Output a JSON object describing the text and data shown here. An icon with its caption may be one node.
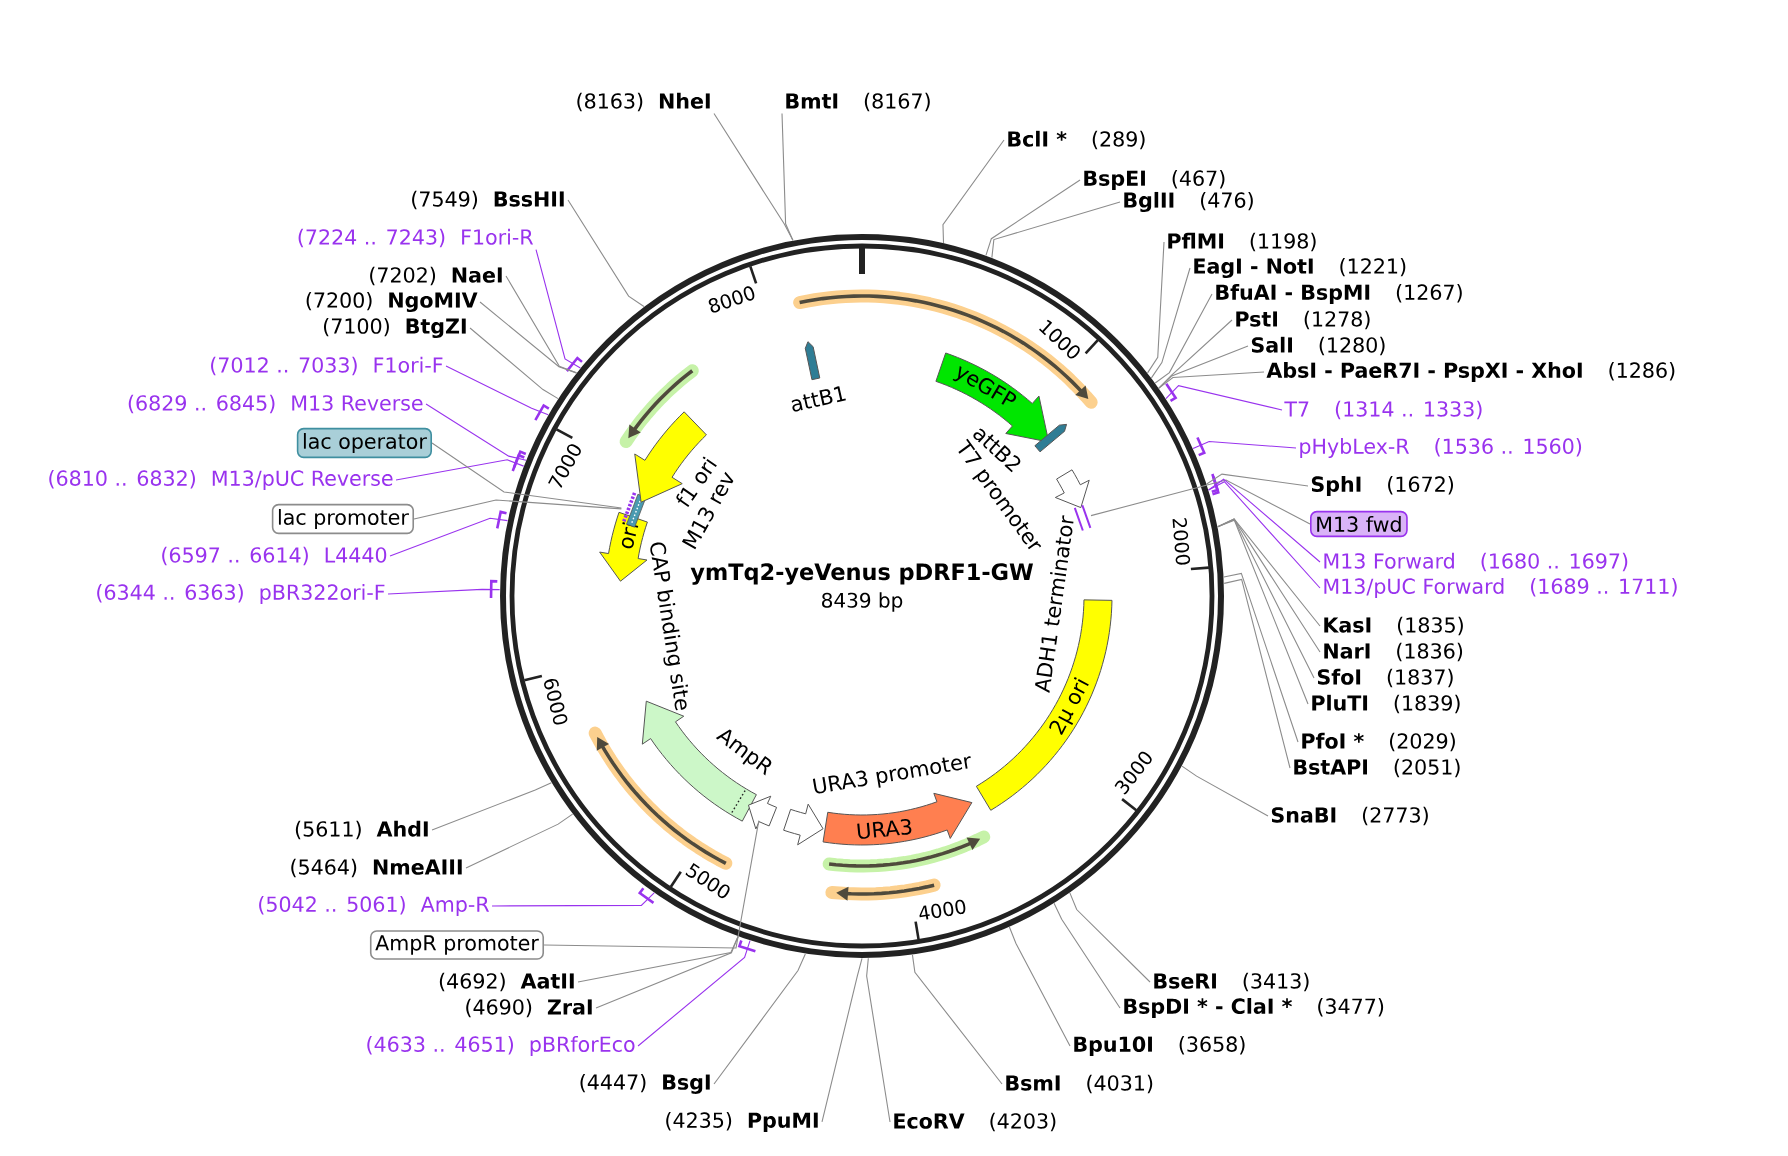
{
  "diagram": {
    "nodes": [
      {
        "text": [
          "ymTq2-yeVenus pDRF1-GW",
          "8439 bp"
        ]
      },
      {
        "text": [
          "attB1"
        ],
        "in": 0
      },
      {
        "text": [
          "yeGFP"
        ],
        "in": 0
      },
      {
        "text": [
          "attB2"
        ],
        "in": 0
      },
      {
        "text": [
          "T7 promoter"
        ],
        "in": 0
      },
      {
        "text": [
          "2μ ori"
        ],
        "in": 0
      },
      {
        "text": [
          "URA3"
        ],
        "in": 0
      },
      {
        "text": [
          "URA3 promoter"
        ],
        "in": 0
      },
      {
        "text": [
          "AmpR"
        ],
        "in": 0
      },
      {
        "text": [],
        "shape": "arrow",
        "in": 0
      },
      {
        "text": [
          "ori"
        ],
        "in": 0
      },
      {
        "text": [],
        "shape": "box",
        "in": 0
      },
      {
        "text": [
          "f1 ori"
        ],
        "in": 0
      },
      {
        "text": [],
        "shape": "bar",
        "in": 0
      },
      {
        "text": [
          "(8163)",
          "NheI"
        ]
      },
      {
        "text": [
          "BmtI",
          "(8167)"
        ]
      },
      {
        "text": [
          "BclI *",
          "(289)"
        ]
      },
      {
        "text": [
          "BspEI",
          "(467)"
        ]
      },
      {
        "text": [
          "BglII",
          "(476)"
        ]
      },
      {
        "text": [
          "PflMI",
          "(1198)"
        ]
      },
      {
        "text": [
          "EagI - NotI",
          "(1221)"
        ]
      },
      {
        "text": [
          "BfuAI - BspMI",
          "(1267)"
        ]
      },
      {
        "text": [
          "PstI",
          "(1278)"
        ]
      },
      {
        "text": [
          "SalI",
          "(1280)"
        ]
      },
      {
        "text": [
          "AbsI - PaeR7I - PspXI - XhoI",
          "(1286)"
        ]
      },
      {
        "text": [
          "T7",
          "(1314 .. 1333)"
        ]
      },
      {
        "text": [
          "pHybLex-R",
          "(1536 .. 1560)"
        ]
      },
      {
        "text": [
          "SphI",
          "(1672)"
        ]
      },
      {
        "text": [
          "M13 fwd"
        ]
      },
      {
        "text": [
          "M13 Forward",
          "(1680 .. 1697)"
        ]
      },
      {
        "text": [
          "M13/pUC Forward",
          "(1689 .. 1711)"
        ]
      },
      {
        "text": [
          "KasI",
          "(1835)"
        ]
      },
      {
        "text": [
          "NarI",
          "(1836)"
        ]
      },
      {
        "text": [
          "SfoI",
          "(1837)"
        ]
      },
      {
        "text": [
          "PluTI",
          "(1839)"
        ]
      },
      {
        "text": [
          "PfoI *",
          "(2029)"
        ]
      },
      {
        "text": [
          "BstAPI",
          "(2051)"
        ]
      },
      {
        "text": [
          "SnaBI",
          "(2773)"
        ]
      },
      {
        "text": [
          "BseRI",
          "(3413)"
        ]
      },
      {
        "text": [
          "BspDI * - ClaI *",
          "(3477)"
        ]
      },
      {
        "text": [
          "Bpu10I",
          "(3658)"
        ]
      },
      {
        "text": [
          "BsmI",
          "(4031)"
        ]
      },
      {
        "text": [
          "EcoRV",
          "(4203)"
        ]
      },
      {
        "text": [
          "(4235)",
          "PpuMI"
        ]
      },
      {
        "text": [
          "(4447)",
          "BsgI"
        ]
      },
      {
        "text": [
          "(4633 .. 4651)",
          "pBRforEco"
        ]
      },
      {
        "text": [
          "(4690)",
          "ZraI"
        ]
      },
      {
        "text": [
          "(4692)",
          "AatII"
        ]
      },
      {
        "text": [
          "AmpR promoter"
        ]
      },
      {
        "text": [
          "(5042 .. 5061)",
          "Amp-R"
        ]
      },
      {
        "text": [
          "(5464)",
          "NmeAIII"
        ]
      },
      {
        "text": [
          "(5611)",
          "AhdI"
        ]
      },
      {
        "text": [
          "(6344 .. 6363)",
          "pBR322ori-F"
        ]
      },
      {
        "text": [
          "(6597 .. 6614)",
          "L4440"
        ]
      },
      {
        "text": [
          "lac promoter"
        ]
      },
      {
        "text": [
          "(6810 .. 6832)",
          "M13/pUC Reverse"
        ]
      },
      {
        "text": [
          "lac operator"
        ]
      },
      {
        "text": [
          "(6829 .. 6845)",
          "M13 Reverse"
        ]
      },
      {
        "text": [
          "(7012 .. 7033)",
          "F1ori-F"
        ]
      },
      {
        "text": [
          "(7100)",
          "BtgZI"
        ]
      },
      {
        "text": [
          "(7200)",
          "NgoMIV"
        ]
      },
      {
        "text": [
          "(7202)",
          "NaeI"
        ]
      },
      {
        "text": [
          "(7224 .. 7243)",
          "F1ori-R"
        ]
      },
      {
        "text": [
          "(7549)",
          "BssHII"
        ]
      }
    ],
    "edges": [
      {
        "from": 14,
        "to": 0,
        "arrow": "none"
      },
      {
        "from": 15,
        "to": 0,
        "arrow": "none"
      },
      {
        "from": 16,
        "to": 0,
        "arrow": "none"
      },
      {
        "from": 17,
        "to": 0,
        "arrow": "none"
      },
      {
        "from": 18,
        "to": 0,
        "arrow": "none"
      },
      {
        "from": 19,
        "to": 0,
        "arrow": "none"
      },
      {
        "from": 20,
        "to": 0,
        "arrow": "none"
      },
      {
        "from": 21,
        "to": 0,
        "arrow": "none"
      },
      {
        "from": 22,
        "to": 0,
        "arrow": "none"
      },
      {
        "from": 23,
        "to": 0,
        "arrow": "none"
      },
      {
        "from": 24,
        "to": 0,
        "arrow": "none"
      },
      {
        "from": 25,
        "to": 0,
        "arrow": "none",
        "color": "#9933ee"
      },
      {
        "from": 26,
        "to": 0,
        "arrow": "none",
        "color": "#9933ee"
      },
      {
        "from": 27,
        "to": 0,
        "arrow": "none"
      },
      {
        "from": 28,
        "to": 13,
        "arrow": "none"
      },
      {
        "from": 29,
        "to": 0,
        "arrow": "none",
        "color": "#9933ee"
      },
      {
        "from": 30,
        "to": 0,
        "arrow": "none",
        "color": "#9933ee"
      },
      {
        "from": 31,
        "to": 0,
        "arrow": "none"
      },
      {
        "from": 32,
        "to": 0,
        "arrow": "none"
      },
      {
        "from": 33,
        "to": 0,
        "arrow": "none"
      },
      {
        "from": 34,
        "to": 0,
        "arrow": "none"
      },
      {
        "from": 35,
        "to": 0,
        "arrow": "none"
      },
      {
        "from": 36,
        "to": 0,
        "arrow": "none"
      },
      {
        "from": 37,
        "to": 0,
        "arrow": "none"
      },
      {
        "from": 38,
        "to": 0,
        "arrow": "none"
      },
      {
        "from": 39,
        "to": 0,
        "arrow": "none"
      },
      {
        "from": 40,
        "to": 0,
        "arrow": "none"
      },
      {
        "from": 41,
        "to": 0,
        "arrow": "none"
      },
      {
        "from": 42,
        "to": 0,
        "arrow": "none"
      },
      {
        "from": 43,
        "to": 0,
        "arrow": "none"
      },
      {
        "from": 44,
        "to": 0,
        "arrow": "none"
      },
      {
        "from": 45,
        "to": 0,
        "arrow": "none",
        "color": "#9933ee"
      },
      {
        "from": 46,
        "to": 0,
        "arrow": "none"
      },
      {
        "from": 47,
        "to": 0,
        "arrow": "none"
      },
      {
        "from": 48,
        "to": 9,
        "arrow": "none"
      },
      {
        "from": 49,
        "to": 0,
        "arrow": "none",
        "color": "#9933ee"
      },
      {
        "from": 50,
        "to": 0,
        "arrow": "none"
      },
      {
        "from": 51,
        "to": 0,
        "arrow": "none"
      },
      {
        "from": 52,
        "to": 0,
        "arrow": "none",
        "color": "#9933ee"
      },
      {
        "from": 53,
        "to": 0,
        "arrow": "none",
        "color": "#9933ee"
      },
      {
        "from": 54,
        "to": 11,
        "arrow": "none"
      },
      {
        "from": 55,
        "to": 0,
        "arrow": "none",
        "color": "#9933ee"
      },
      {
        "from": 56,
        "to": 11,
        "arrow": "none"
      },
      {
        "from": 57,
        "to": 0,
        "arrow": "none",
        "color": "#9933ee"
      },
      {
        "from": 58,
        "to": 0,
        "arrow": "none",
        "color": "#9933ee"
      },
      {
        "from": 59,
        "to": 0,
        "arrow": "none"
      },
      {
        "from": 60,
        "to": 0,
        "arrow": "none"
      },
      {
        "from": 61,
        "to": 0,
        "arrow": "none"
      },
      {
        "from": 62,
        "to": 0,
        "arrow": "none",
        "color": "#9933ee"
      },
      {
        "from": 63,
        "to": 0,
        "arrow": "none"
      }
    ],
    "labels": [
      "1000",
      "2000",
      "3000",
      "4000",
      "5000",
      "6000",
      "7000",
      "8000",
      "ADH1 terminator",
      "CAP binding site",
      "M13 rev"
    ]
  }
}
